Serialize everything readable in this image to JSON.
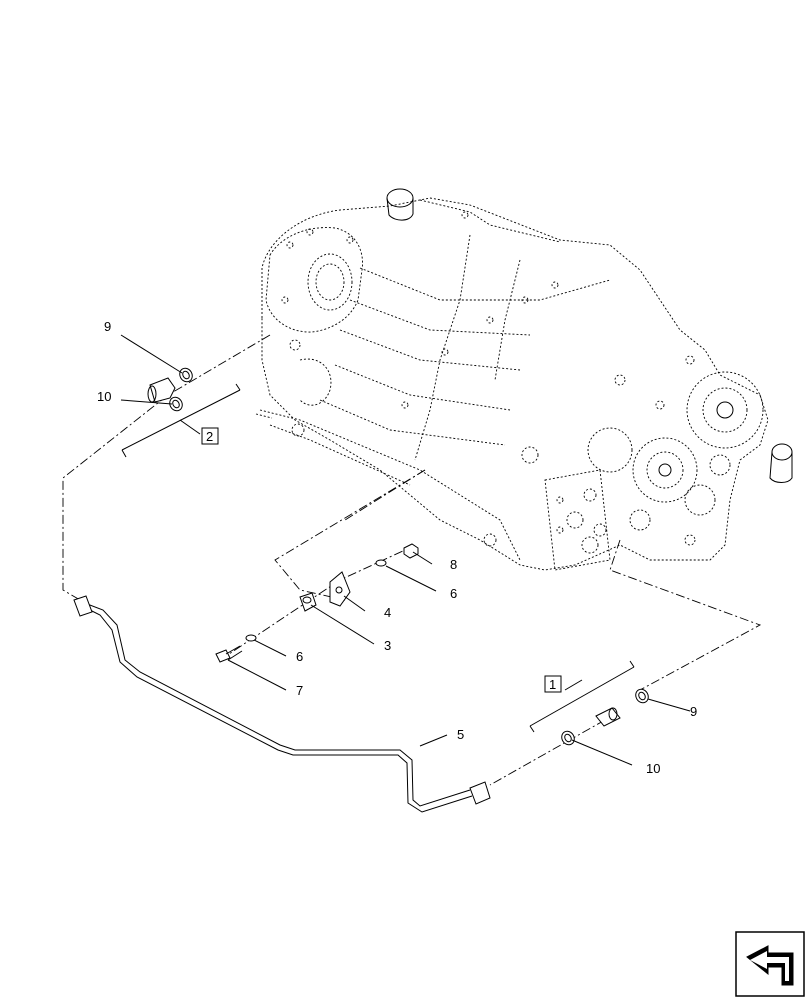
{
  "callouts": [
    {
      "id": "c9a",
      "text": "9"
    },
    {
      "id": "c10a",
      "text": "10"
    },
    {
      "id": "c2",
      "text": "2"
    },
    {
      "id": "c8",
      "text": "8"
    },
    {
      "id": "c6a",
      "text": "6"
    },
    {
      "id": "c4",
      "text": "4"
    },
    {
      "id": "c3",
      "text": "3"
    },
    {
      "id": "c6b",
      "text": "6"
    },
    {
      "id": "c7",
      "text": "7"
    },
    {
      "id": "c5",
      "text": "5"
    },
    {
      "id": "c1",
      "text": "1"
    },
    {
      "id": "c9b",
      "text": "9"
    },
    {
      "id": "c10b",
      "text": "10"
    }
  ],
  "icons": {
    "nav_arrow": "return-arrow-icon"
  }
}
